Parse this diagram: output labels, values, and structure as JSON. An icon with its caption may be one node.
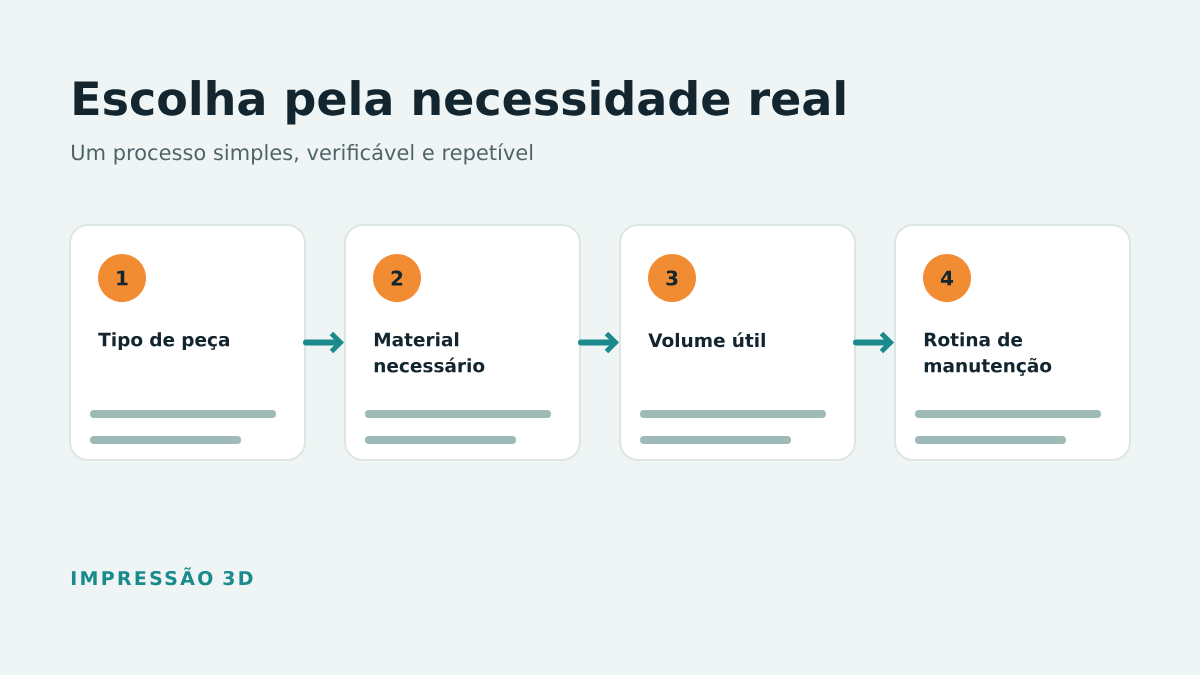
{
  "diagram": {
    "title": "Escolha pela necessidade real",
    "caption": "Um processo simples, verificável e repetível",
    "nodes": [
      {
        "text": [
          "Tipo de peça"
        ]
      },
      {
        "text": [
          "1"
        ],
        "in": 0
      },
      {
        "text": [
          "Material necessário"
        ]
      },
      {
        "text": [
          "2"
        ],
        "in": 2
      },
      {
        "text": [
          "Volume útil"
        ]
      },
      {
        "text": [
          "3"
        ],
        "in": 4
      },
      {
        "text": [
          "Rotina de manutenção"
        ]
      },
      {
        "text": [
          "4"
        ],
        "in": 6
      }
    ],
    "edges": [
      {
        "from": 0,
        "to": 2,
        "arrow": "to"
      },
      {
        "from": 2,
        "to": 4,
        "arrow": "to"
      },
      {
        "from": 4,
        "to": 6,
        "arrow": "to"
      }
    ],
    "labels": [
      "IMPRESSÃO 3D"
    ]
  }
}
